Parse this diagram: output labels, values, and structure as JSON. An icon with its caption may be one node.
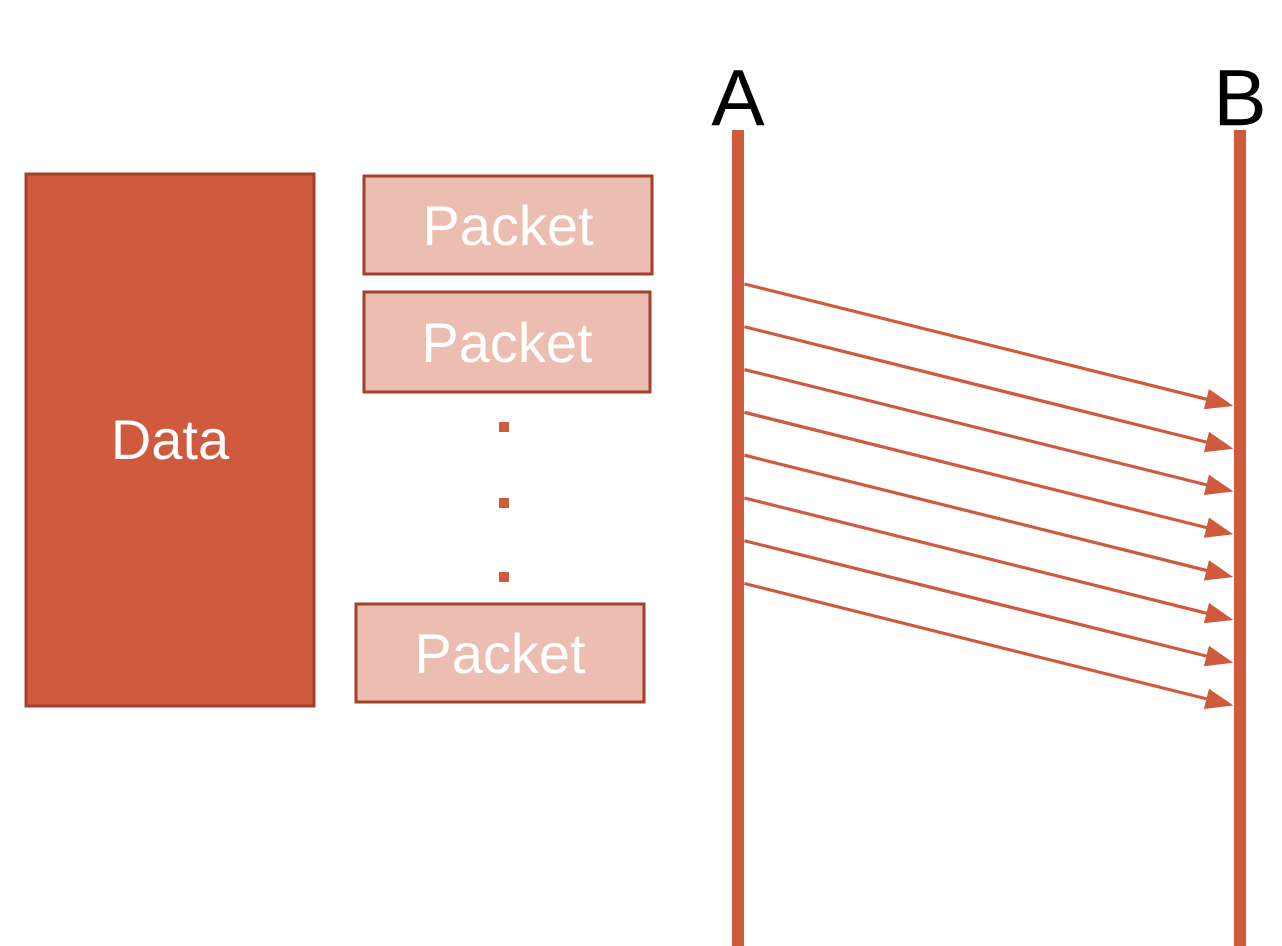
{
  "diagram": {
    "nodes": [
      {
        "text": [
          "Data"
        ]
      },
      {
        "text": [
          "Packet"
        ]
      },
      {
        "text": [
          "Packet"
        ]
      },
      {
        "text": [
          "Packet"
        ]
      },
      {
        "text": [
          "A"
        ]
      },
      {
        "text": [
          "B"
        ]
      }
    ],
    "edges": [
      {
        "from": 4,
        "to": 5,
        "arrow": "to"
      },
      {
        "from": 4,
        "to": 5,
        "arrow": "to"
      },
      {
        "from": 4,
        "to": 5,
        "arrow": "to"
      },
      {
        "from": 4,
        "to": 5,
        "arrow": "to"
      },
      {
        "from": 4,
        "to": 5,
        "arrow": "to"
      },
      {
        "from": 4,
        "to": 5,
        "arrow": "to"
      },
      {
        "from": 4,
        "to": 5,
        "arrow": "to"
      },
      {
        "from": 4,
        "to": 5,
        "arrow": "to"
      }
    ]
  }
}
